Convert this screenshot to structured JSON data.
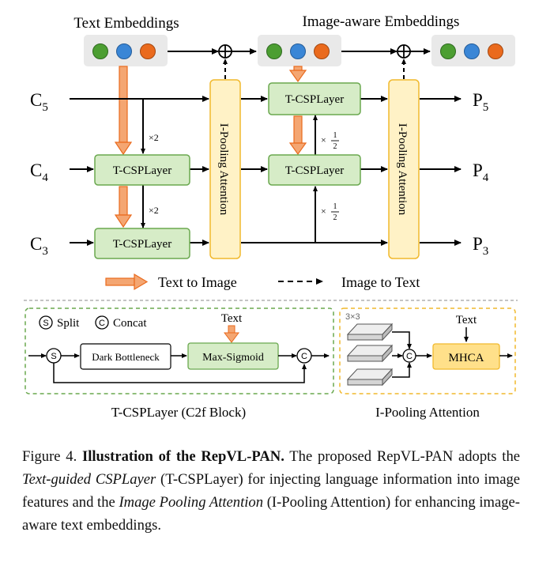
{
  "figure": {
    "text_embeddings_label": "Text Embeddings",
    "image_aware_label": "Image-aware Embeddings",
    "inputs": [
      "C5",
      "C4",
      "C3"
    ],
    "outputs": [
      "P5",
      "P4",
      "P3"
    ],
    "input_subscripts": [
      "5",
      "4",
      "3"
    ],
    "input_base": "C",
    "output_base": "P",
    "tcsp_label": "T-CSPLayer",
    "ipool_label": "I-Pooling Attention",
    "x2": "×2",
    "x_half_prefix": "×",
    "half_num": "1",
    "half_den": "2",
    "legend": {
      "text_to_image": "Text to Image",
      "image_to_text": "Image to Text"
    },
    "embed_colors": [
      "#4c9e32",
      "#3a86d6",
      "#ea6a1d"
    ],
    "c2f": {
      "split_glyph": "S",
      "split_label": "Split",
      "concat_glyph": "C",
      "concat_label": "Concat",
      "text": "Text",
      "dark_bottleneck": "Dark Bottleneck",
      "max_sigmoid": "Max-Sigmoid",
      "caption": "T-CSPLayer (C2f Block)"
    },
    "ipa": {
      "kernel": "3×3",
      "text": "Text",
      "mhca": "MHCA",
      "caption": "I-Pooling Attention"
    }
  },
  "caption": {
    "fig_no": "Figure 4.",
    "title": "Illustration of the RepVL-PAN.",
    "p1": "The proposed RepVL-PAN adopts the",
    "em1": "Text-guided CSPLayer",
    "p2": "(T-CSPLayer) for injecting language information into image features and the",
    "em2": "Image Pooling Attention",
    "p3": "(I-Pooling Attention) for enhancing image-aware text embeddings."
  }
}
